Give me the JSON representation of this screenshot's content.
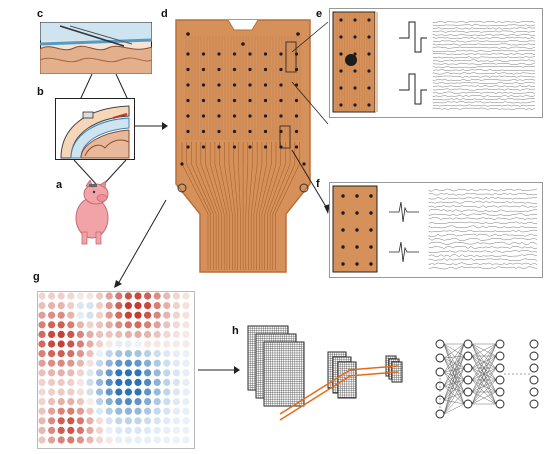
{
  "panel_labels": {
    "a": "a",
    "b": "b",
    "c": "c",
    "d": "d",
    "e": "e",
    "f": "f",
    "g": "g",
    "h": "h"
  },
  "colors": {
    "array_copper": "#d6915a",
    "array_dark": "#b96f38",
    "electrode": "#1c1c1c",
    "pig": "#f2a3a8",
    "tissue": "#e2b08c",
    "heat_red": "#c63b2e",
    "heat_blue": "#2a72b5",
    "highlight_line": "#e36b1b"
  },
  "icons": {
    "pig": "pig-icon",
    "zoom_arrow": "arrow-icon"
  }
}
